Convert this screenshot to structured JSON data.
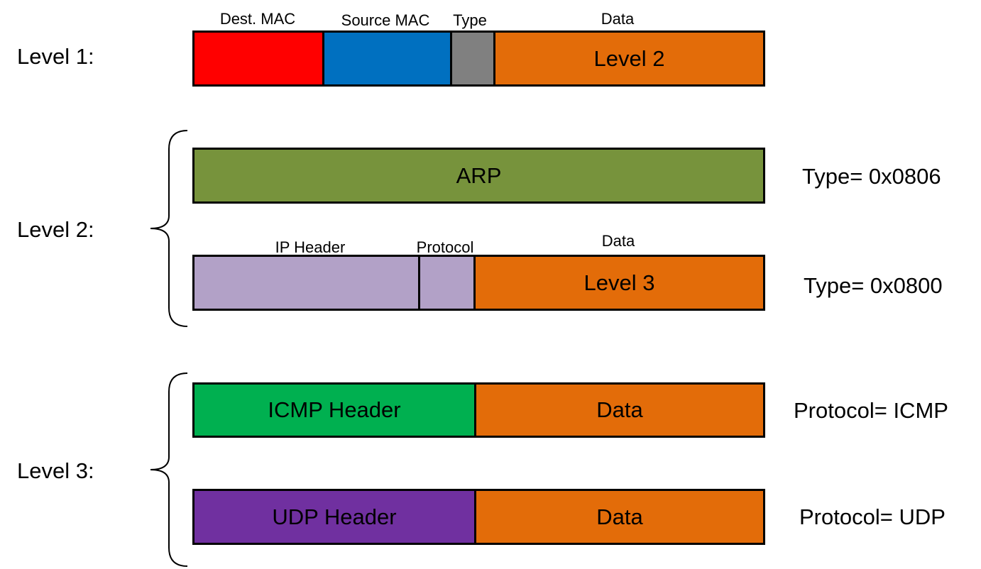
{
  "levels": {
    "level1": "Level 1:",
    "level2": "Level 2:",
    "level3": "Level 3:"
  },
  "frame": {
    "labels": {
      "dest_mac": "Dest. MAC",
      "source_mac": "Source MAC",
      "type": "Type",
      "data": "Data"
    },
    "segments": {
      "data": "Level 2"
    }
  },
  "arp": {
    "segments": {
      "arp": "ARP"
    },
    "note": "Type= 0x0806"
  },
  "ip": {
    "labels": {
      "ip_header": "IP Header",
      "protocol": "Protocol",
      "data": "Data"
    },
    "segments": {
      "data": "Level 3"
    },
    "note": "Type= 0x0800"
  },
  "icmp": {
    "segments": {
      "header": "ICMP Header",
      "data": "Data"
    },
    "note": "Protocol= ICMP"
  },
  "udp": {
    "segments": {
      "header": "UDP Header",
      "data": "Data"
    },
    "note": "Protocol= UDP"
  },
  "colors": {
    "dest_mac": "#FF0000",
    "source_mac": "#0070C0",
    "type": "#808080",
    "data": "#E36C09",
    "arp": "#77933C",
    "ip": "#B2A1C7",
    "icmp_header": "#00B050",
    "udp_header": "#7030A0"
  }
}
